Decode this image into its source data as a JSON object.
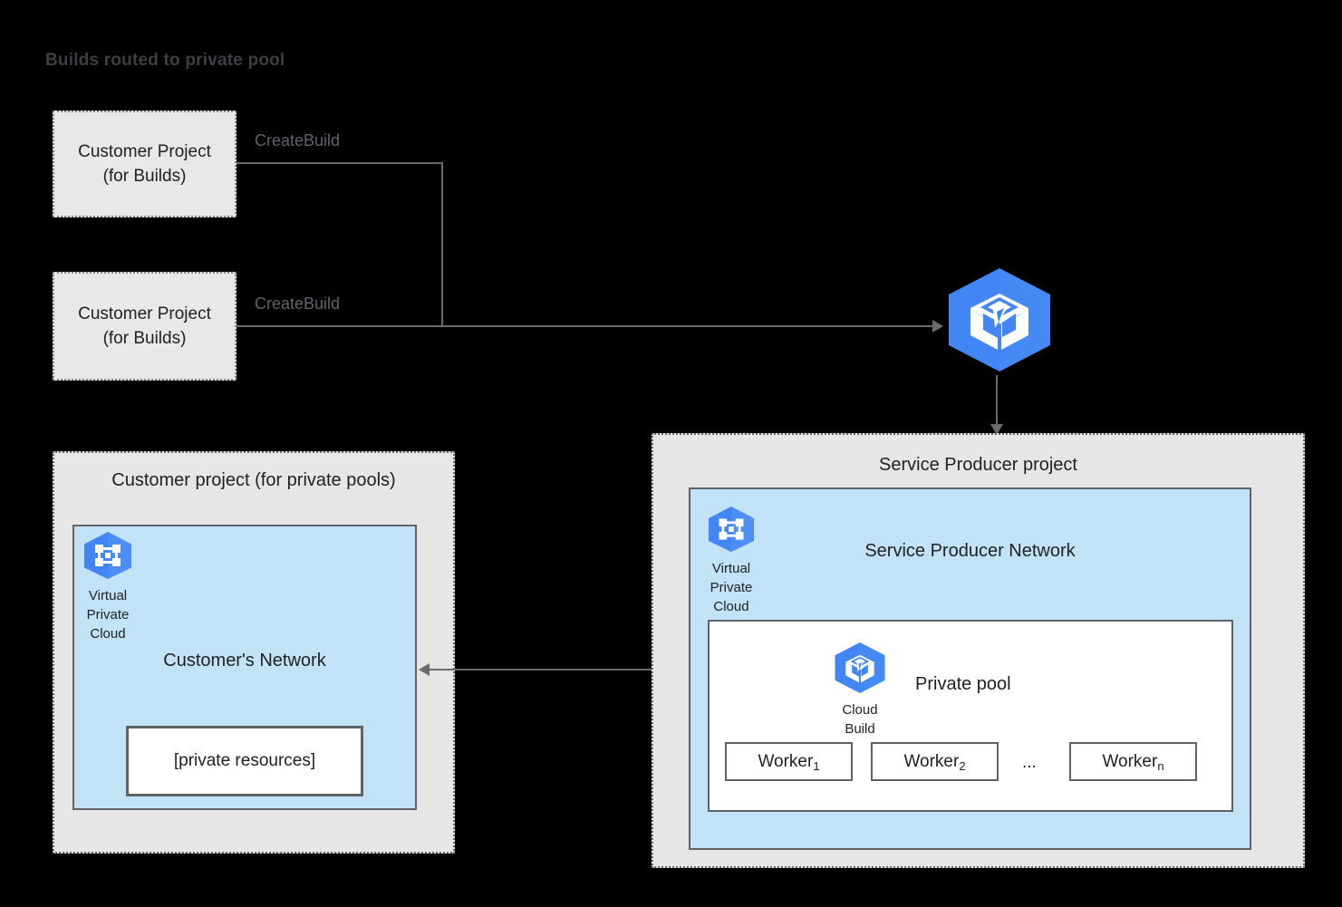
{
  "title": "Builds routed to private pool",
  "colors": {
    "background": "#000000",
    "project_fill": "#e6e6e6",
    "network_fill": "#c2e3f7",
    "border": "#5f6368",
    "gcp_blue": "#4285f4",
    "gcp_blue_dark": "#3b78e7",
    "white": "#ffffff",
    "text": "#202124",
    "title_text": "#3c4043",
    "edge_label_text": "#5f6368"
  },
  "build_projects": [
    {
      "label": "Customer Project\n(for Builds)",
      "edge_label": "CreateBuild"
    },
    {
      "label": "Customer Project\n(for Builds)",
      "edge_label": "CreateBuild"
    }
  ],
  "cloud_build_service": {
    "icon": "cloud-build-icon"
  },
  "customer_project": {
    "title": "Customer project (for private pools)",
    "vpc": {
      "icon": "virtual-private-cloud-icon",
      "caption": "Virtual\nPrivate\nCloud"
    },
    "network_title": "Customer's Network",
    "private_resources": "[private resources]"
  },
  "service_producer_project": {
    "title": "Service Producer project",
    "vpc": {
      "icon": "virtual-private-cloud-icon",
      "caption": "Virtual\nPrivate\nCloud"
    },
    "network_title": "Service Producer Network",
    "private_pool": {
      "title": "Private pool",
      "cloud_build": {
        "icon": "cloud-build-icon",
        "caption": "Cloud\nBuild"
      },
      "workers": [
        {
          "name": "Worker",
          "subscript": "1"
        },
        {
          "name": "Worker",
          "subscript": "2"
        },
        {
          "name": "Worker",
          "subscript": "n"
        }
      ],
      "ellipsis": "..."
    }
  },
  "connections": {
    "peering_label": ""
  }
}
